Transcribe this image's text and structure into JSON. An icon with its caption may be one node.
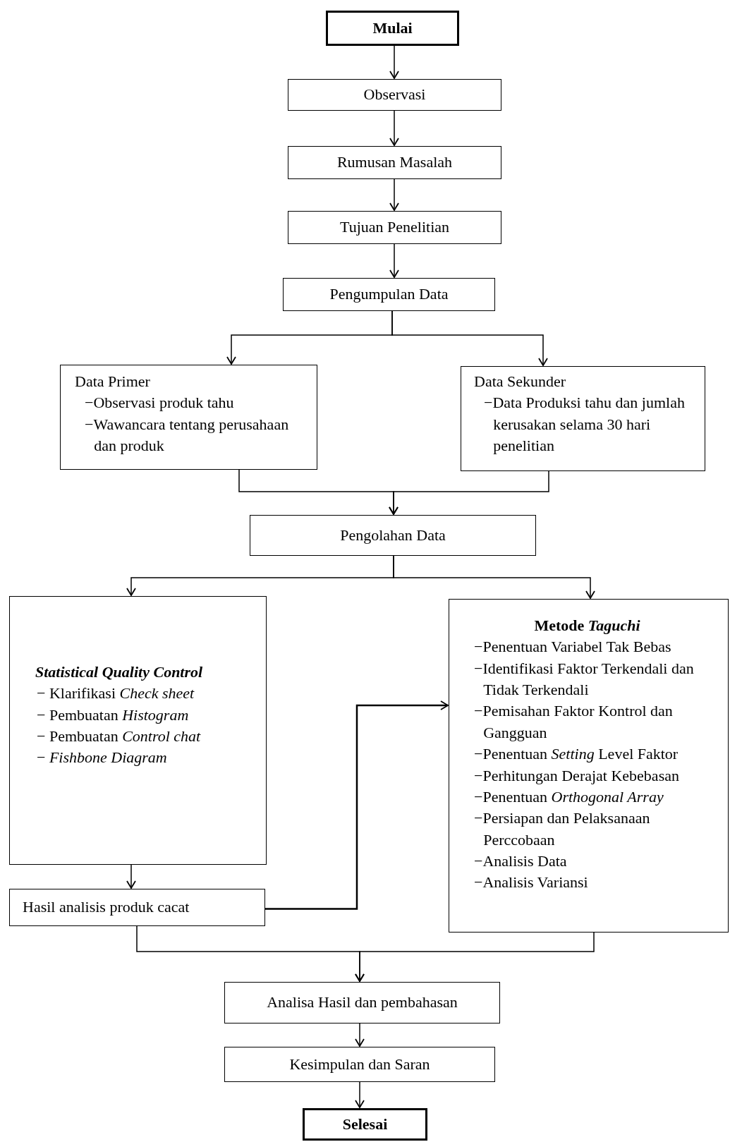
{
  "diagram": {
    "nodes": [
      {
        "text": [
          "Mulai"
        ]
      },
      {
        "text": [
          "Observasi"
        ]
      },
      {
        "text": [
          "Rumusan Masalah"
        ]
      },
      {
        "text": [
          "Tujuan Penelitian"
        ]
      },
      {
        "text": [
          "Pengumpulan Data"
        ]
      },
      {
        "text": [
          "Data Primer",
          "−Observasi produk tahu",
          "−Wawancara tentang perusahaan dan produk"
        ]
      },
      {
        "text": [
          "Data Sekunder",
          "−Data Produksi tahu dan jumlah kerusakan selama 30 hari penelitian"
        ]
      },
      {
        "text": [
          "Pengolahan Data"
        ]
      },
      {
        "text": [
          "Statistical Quality Control",
          "− Klarifikasi *Check sheet*",
          "− Pembuatan *Histogram*",
          "− Pembuatan *Control chat*",
          "− *Fishbone Diagram*"
        ]
      },
      {
        "text": [
          "Hasil analisis produk cacat"
        ]
      },
      {
        "text": [
          "Metode *Taguchi*",
          "−Penentuan Variabel Tak Bebas",
          "−Identifikasi  Faktor Terkendali dan Tidak Terkendali",
          "−Pemisahan Faktor Kontrol dan Gangguan",
          "−Penentuan *Setting* Level Faktor",
          "−Perhitungan Derajat Kebebasan",
          "−Penentuan *Orthogonal Array*",
          "−Persiapan dan Pelaksanaan Perccobaan",
          "−Analisis Data",
          "−Analisis Variansi"
        ]
      },
      {
        "text": [
          "Analisa Hasil dan pembahasan"
        ]
      },
      {
        "text": [
          "Kesimpulan dan Saran"
        ]
      },
      {
        "text": [
          "Selesai"
        ]
      }
    ],
    "edges": [
      {
        "from": 0,
        "to": 1,
        "arrow": "to"
      },
      {
        "from": 1,
        "to": 2,
        "arrow": "to"
      },
      {
        "from": 2,
        "to": 3,
        "arrow": "to"
      },
      {
        "from": 3,
        "to": 4,
        "arrow": "to"
      },
      {
        "from": 4,
        "to": 5,
        "arrow": "to"
      },
      {
        "from": 4,
        "to": 6,
        "arrow": "to"
      },
      {
        "from": 5,
        "to": 7,
        "arrow": "to"
      },
      {
        "from": 6,
        "to": 7,
        "arrow": "to"
      },
      {
        "from": 7,
        "to": 8,
        "arrow": "to"
      },
      {
        "from": 7,
        "to": 10,
        "arrow": "to"
      },
      {
        "from": 8,
        "to": 9,
        "arrow": "to"
      },
      {
        "from": 9,
        "to": 10,
        "arrow": "to"
      },
      {
        "from": 9,
        "to": 11,
        "arrow": "to"
      },
      {
        "from": 10,
        "to": 11,
        "arrow": "to"
      },
      {
        "from": 11,
        "to": 12,
        "arrow": "to"
      },
      {
        "from": 12,
        "to": 13,
        "arrow": "to"
      }
    ]
  }
}
